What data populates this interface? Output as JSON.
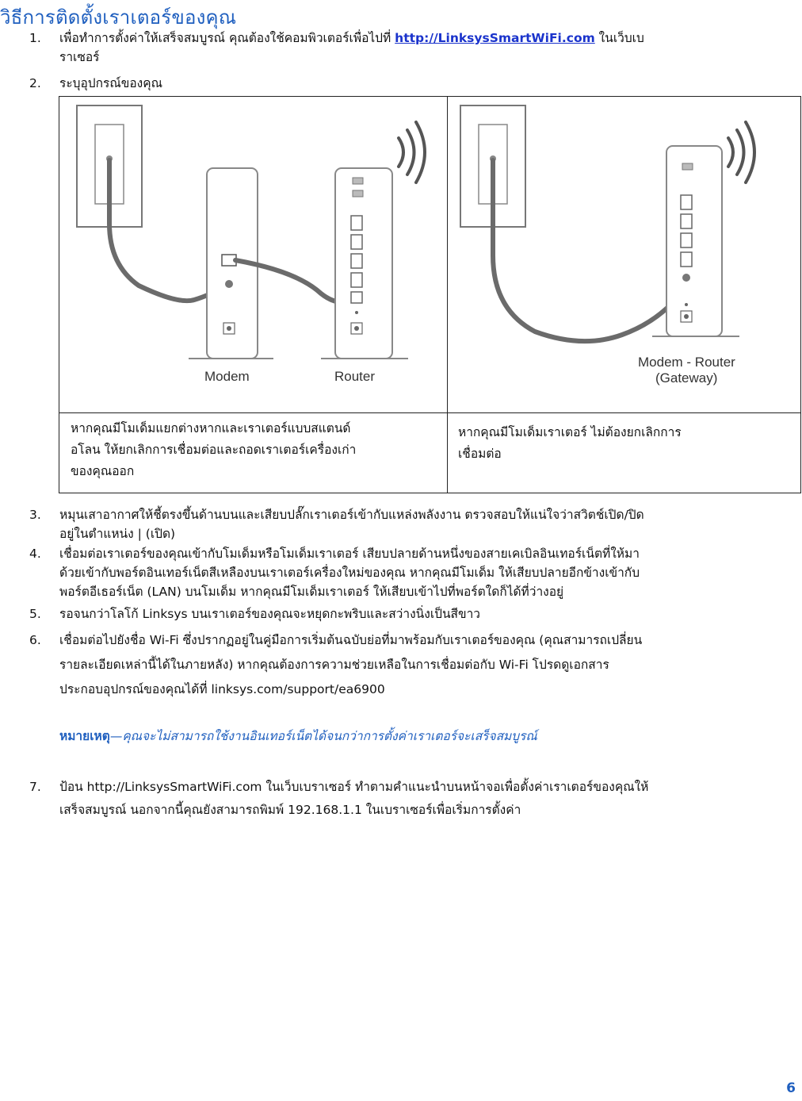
{
  "title": "วิธีการติดตั้งเราเตอร์ของคุณ",
  "steps": {
    "s1": {
      "num": "1.",
      "pre": "เพื่อทำการตั้งค่าให้เสร็จสมบูรณ์ คุณต้องใช้คอมพิวเตอร์เพื่อไปที่ ",
      "link": "http://LinksysSmartWiFi.com",
      "post": " ในเว็บเบ",
      "line2": "ราเซอร์"
    },
    "s2": {
      "num": "2.",
      "text": "ระบุอุปกรณ์ของคุณ"
    },
    "s3": {
      "num": "3.",
      "line1": "หมุนเสาอากาศให้ชี้ตรงขึ้นด้านบนและเสียบปลั๊กเราเตอร์เข้ากับแหล่งพลังงาน ตรวจสอบให้แน่ใจว่าสวิตช์เปิด/ปิด",
      "line2": "อยู่ในตำแหน่ง | (เปิด)"
    },
    "s4": {
      "num": "4.",
      "line1": "เชื่อมต่อเราเตอร์ของคุณเข้ากับโมเด็มหรือโมเด็มเราเตอร์ เสียบปลายด้านหนึ่งของสายเคเบิลอินเทอร์เน็ตที่ให้มา",
      "line2": "ด้วยเข้ากับพอร์ตอินเทอร์เน็ตสีเหลืองบนเราเตอร์เครื่องใหม่ของคุณ หากคุณมีโมเด็ม ให้เสียบปลายอีกข้างเข้ากับ",
      "line3": "พอร์ตอีเธอร์เน็ต (LAN) บนโมเด็ม หากคุณมีโมเด็มเราเตอร์ ให้เสียบเข้าไปที่พอร์ตใดก็ได้ที่ว่างอยู่"
    },
    "s5": {
      "num": "5.",
      "text": "รอจนกว่าโลโก้ Linksys บนเราเตอร์ของคุณจะหยุดกะพริบและสว่างนิ่งเป็นสีขาว"
    },
    "s6": {
      "num": "6.",
      "line1": "เชื่อมต่อไปยังชื่อ Wi-Fi ซึ่งปรากฏอยู่ในคู่มือการเริ่มต้นฉบับย่อที่มาพร้อมกับเราเตอร์ของคุณ (คุณสามารถเปลี่ยน",
      "line2": "รายละเอียดเหล่านี้ได้ในภายหลัง) หากคุณต้องการความช่วยเหลือในการเชื่อมต่อกับ Wi-Fi โปรดดูเอกสาร",
      "line3": "ประกอบอุปกรณ์ของคุณได้ที่ linksys.com/support/ea6900"
    },
    "s7": {
      "num": "7.",
      "line1": "ป้อน http://LinksysSmartWiFi.com ในเว็บเบราเซอร์ ทำตามคำแนะนำบนหน้าจอเพื่อตั้งค่าเราเตอร์ของคุณให้",
      "line2": "เสร็จสมบูรณ์ นอกจากนี้คุณยังสามารถพิมพ์ 192.168.1.1 ในเบราเซอร์เพื่อเริ่มการตั้งค่า"
    }
  },
  "figure": {
    "left_labels": {
      "modem": "Modem",
      "router": "Router"
    },
    "right_labels": {
      "line1": "Modem - Router",
      "line2": "(Gateway)"
    },
    "left_caption": {
      "line1": "หากคุณมีโมเด็มแยกต่างหากและเราเตอร์แบบสแตนด์",
      "line2": "อโลน ให้ยกเลิกการเชื่อมต่อและถอดเราเตอร์เครื่องเก่า",
      "line3": "ของคุณออก"
    },
    "right_caption": {
      "line1": "หากคุณมีโมเด็มเราเตอร์ ไม่ต้องยกเลิกการ",
      "line2": "เชื่อมต่อ"
    }
  },
  "note": {
    "label": "หมายเหตุ",
    "dash": "—",
    "text": "คุณจะไม่สามารถใช้งานอินเทอร์เน็ตได้จนกว่าการตั้งค่าเราเตอร์จะเสร็จสมบูรณ์"
  },
  "page_number": "6",
  "colors": {
    "heading": "#1f5fbf",
    "link": "#1a33cc",
    "cable": "#6b6b6b"
  }
}
